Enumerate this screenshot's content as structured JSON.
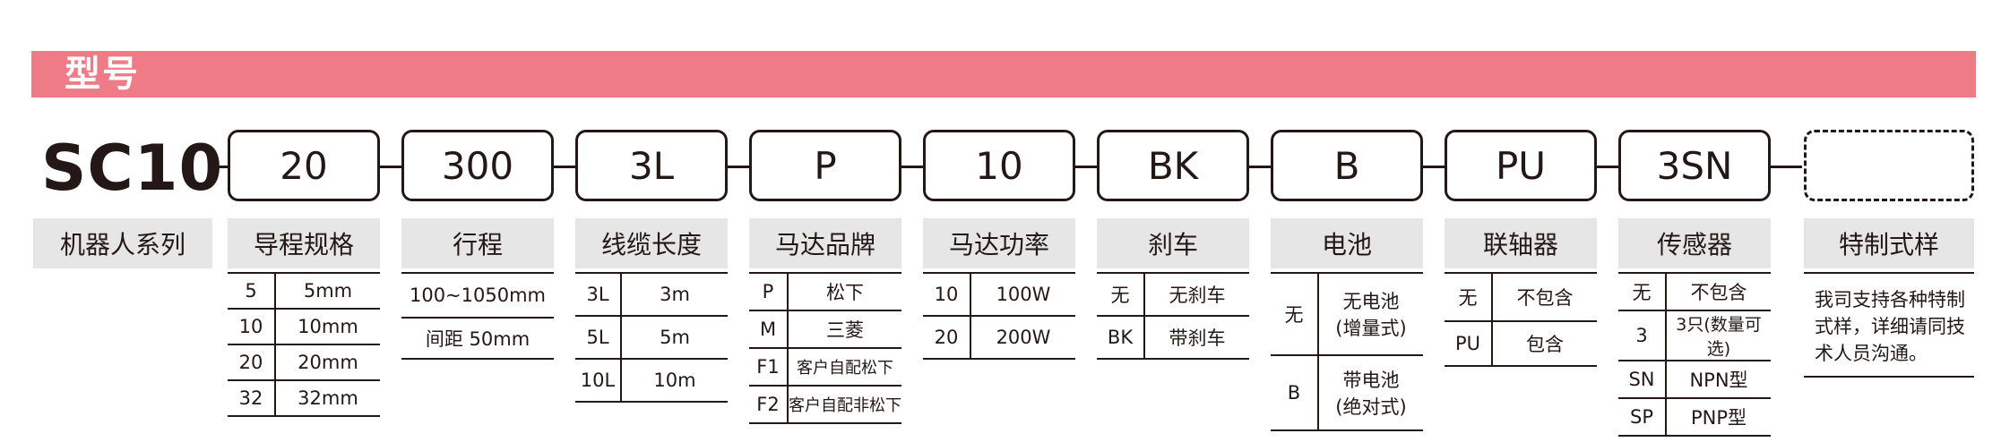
{
  "section_title": "型号",
  "model_prefix": "SC10",
  "boxes": [
    "20",
    "300",
    "3L",
    "P",
    "10",
    "BK",
    "B",
    "PU",
    "3SN",
    ""
  ],
  "headers": [
    "机器人系列",
    "导程规格",
    "行程",
    "线缆长度",
    "马达品牌",
    "马达功率",
    "刹车",
    "电池",
    "联轴器",
    "传感器",
    "特制式样"
  ],
  "lead": [
    [
      "5",
      "5mm"
    ],
    [
      "10",
      "10mm"
    ],
    [
      "20",
      "20mm"
    ],
    [
      "32",
      "32mm"
    ]
  ],
  "stroke": [
    "100~1050mm",
    "间距 50mm"
  ],
  "cable": [
    [
      "3L",
      "3m"
    ],
    [
      "5L",
      "5m"
    ],
    [
      "10L",
      "10m"
    ]
  ],
  "motor_brand": [
    [
      "P",
      "松下"
    ],
    [
      "M",
      "三菱"
    ],
    [
      "F1",
      "客户自配松下"
    ],
    [
      "F2",
      "客户自配非松下"
    ]
  ],
  "motor_power": [
    [
      "10",
      "100W"
    ],
    [
      "20",
      "200W"
    ]
  ],
  "brake": [
    [
      "无",
      "无刹车"
    ],
    [
      "BK",
      "带刹车"
    ]
  ],
  "battery": [
    [
      "无",
      "无电池",
      "(增量式)"
    ],
    [
      "B",
      "带电池",
      "(绝对式)"
    ]
  ],
  "coupling": [
    [
      "无",
      "不包含"
    ],
    [
      "PU",
      "包含"
    ]
  ],
  "sensor": [
    [
      "无",
      "不包含"
    ],
    [
      "3",
      "3只(数量可选)"
    ],
    [
      "SN",
      "NPN型"
    ],
    [
      "SP",
      "PNP型"
    ]
  ],
  "custom_note": [
    "我司支持各种特制",
    "式样，详细请同技",
    "术人员沟通。"
  ],
  "colors": {
    "banner": "#ee7b85",
    "header_bg": "#e6e6e6",
    "ink": "#231815"
  }
}
